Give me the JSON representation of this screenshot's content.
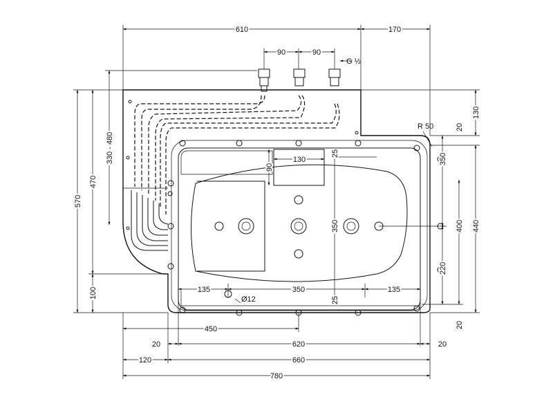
{
  "drawing": {
    "dims": {
      "overall_width_top": "610",
      "right_offset_top": "170",
      "pipe_spacing_1": "90",
      "pipe_spacing_2": "90",
      "thread_size": "G ½",
      "height_total": "570",
      "height_body": "470",
      "pipe_height_range": "330 - 480",
      "bottom_step": "100",
      "inner_depth": "90",
      "inner_panel_width": "130",
      "top_gap": "25",
      "center_height": "350",
      "bottom_gap": "25",
      "right_height_350": "350",
      "right_height_400": "400",
      "right_height_220": "220",
      "right_top_20": "20",
      "right_130": "130",
      "right_440": "440",
      "right_bottom_20": "20",
      "radius": "R 50",
      "left_135": "135",
      "center_350": "350",
      "right_135": "135",
      "hole_diameter": "Ø12",
      "width_450": "450",
      "left_20": "20",
      "width_620": "620",
      "right_20": "20",
      "left_120": "120",
      "width_660": "660",
      "overall_780": "780"
    }
  }
}
